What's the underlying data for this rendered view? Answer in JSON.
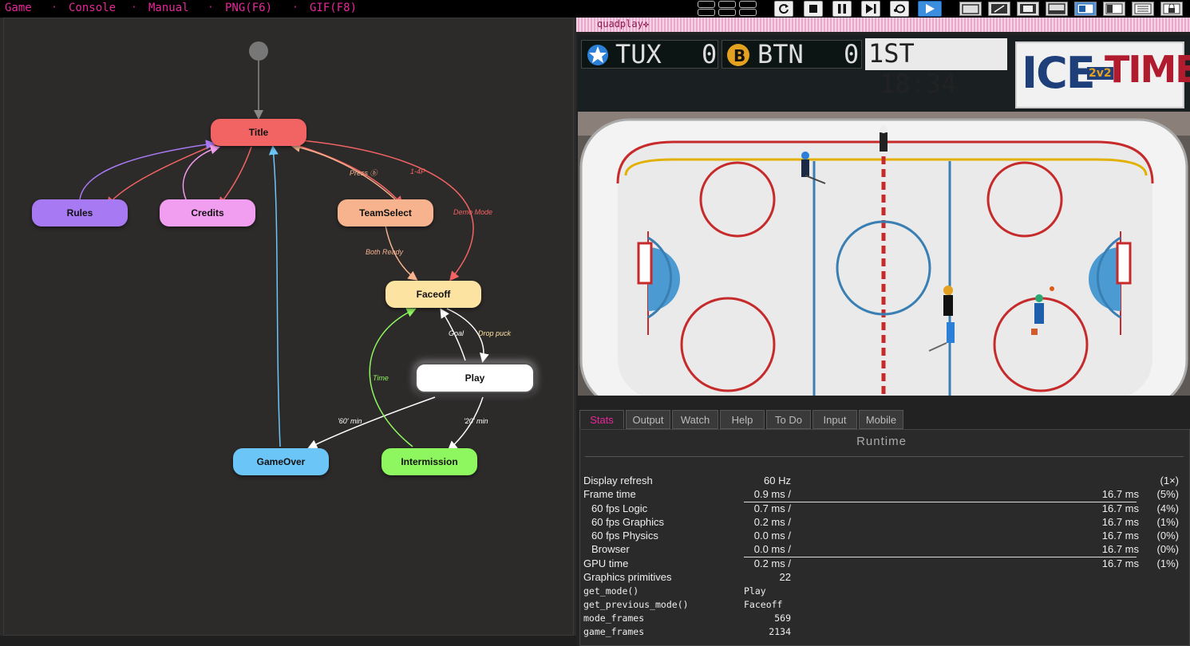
{
  "menu": {
    "items": [
      "Game",
      "Console",
      "Manual",
      "PNG(F6)",
      "GIF(F8)"
    ],
    "separator": "·"
  },
  "colors": {
    "accent": "#e8269b",
    "node_title": "#f26363",
    "node_rules": "#a779f2",
    "node_credits": "#f19df0",
    "node_teamselect": "#f6b38d",
    "node_faceoff": "#fce3a1",
    "node_play": "#ffffff",
    "node_gameover": "#6cc5f7",
    "node_intermission": "#8ef65f"
  },
  "toolbar": {
    "buttons": [
      "reload-icon",
      "stop-icon",
      "pause-icon",
      "step-icon",
      "slow-motion-icon",
      "play-icon"
    ],
    "layouts": [
      "layout-1",
      "layout-2",
      "layout-3",
      "layout-4",
      "layout-5",
      "layout-6",
      "layout-7",
      "layout-8"
    ]
  },
  "state_graph": {
    "nodes": {
      "title": "Title",
      "rules": "Rules",
      "credits": "Credits",
      "teamselect": "TeamSelect",
      "faceoff": "Faceoff",
      "play": "Play",
      "gameover": "GameOver",
      "intermission": "Intermission"
    },
    "edge_labels": {
      "press_b": "Press ⓑ",
      "one_four_p": "1-4P",
      "demo_mode": "Demo Mode",
      "both_ready": "Both Ready",
      "goal": "Goal",
      "drop_puck": "Drop puck",
      "time": "Time",
      "sixty_min": "'60' min",
      "twenty_min": "'20' min"
    }
  },
  "game": {
    "window_title": "quadplay✜",
    "home_team": "TUX",
    "home_score": "0",
    "away_team": "BTN",
    "away_score": "0",
    "period": "1ST",
    "clock": "18:34",
    "logo_top": "ICE",
    "logo_mid": "2v2",
    "logo_bottom": "TIME"
  },
  "tabs": [
    "Stats",
    "Output",
    "Watch",
    "Help",
    "To Do",
    "Input",
    "Mobile"
  ],
  "stats": {
    "title": "Runtime",
    "rows": [
      {
        "label": "Display refresh",
        "v1": "60 Hz",
        "v2": "",
        "v3": "(1×)"
      },
      {
        "label": "Frame time",
        "v1": "0.9 ms /",
        "v2": "16.7 ms",
        "v3": "(5%)"
      },
      {
        "label": "60 fps Logic",
        "v1": "0.7 ms /",
        "v2": "16.7 ms",
        "v3": "(4%)"
      },
      {
        "label": "60 fps Graphics",
        "v1": "0.2 ms /",
        "v2": "16.7 ms",
        "v3": "(1%)"
      },
      {
        "label": "60 fps Physics",
        "v1": "0.0 ms /",
        "v2": "16.7 ms",
        "v3": "(0%)"
      },
      {
        "label": "Browser",
        "v1": "0.0 ms /",
        "v2": "16.7 ms",
        "v3": "(0%)"
      },
      {
        "label": "GPU time",
        "v1": "0.2 ms /",
        "v2": "16.7 ms",
        "v3": "(1%)"
      },
      {
        "label": "Graphics primitives",
        "v1": "22",
        "v2": "",
        "v3": ""
      }
    ],
    "mono_rows": [
      {
        "label": "get_mode()",
        "value": "Play"
      },
      {
        "label": "get_previous_mode()",
        "value": "Faceoff"
      },
      {
        "label": "mode_frames",
        "value": "569"
      },
      {
        "label": "game_frames",
        "value": "2134"
      }
    ]
  }
}
